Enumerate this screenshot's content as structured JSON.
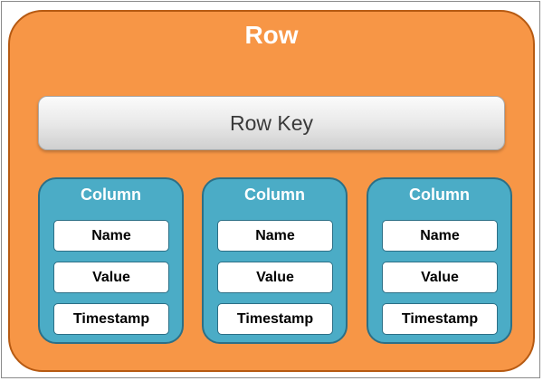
{
  "row": {
    "title": "Row",
    "key": "Row Key"
  },
  "columns": [
    {
      "title": "Column",
      "fields": [
        "Name",
        "Value",
        "Timestamp"
      ]
    },
    {
      "title": "Column",
      "fields": [
        "Name",
        "Value",
        "Timestamp"
      ]
    },
    {
      "title": "Column",
      "fields": [
        "Name",
        "Value",
        "Timestamp"
      ]
    }
  ],
  "colors": {
    "row_fill": "#f79646",
    "column_fill": "#4bacc6",
    "field_fill": "#ffffff"
  }
}
